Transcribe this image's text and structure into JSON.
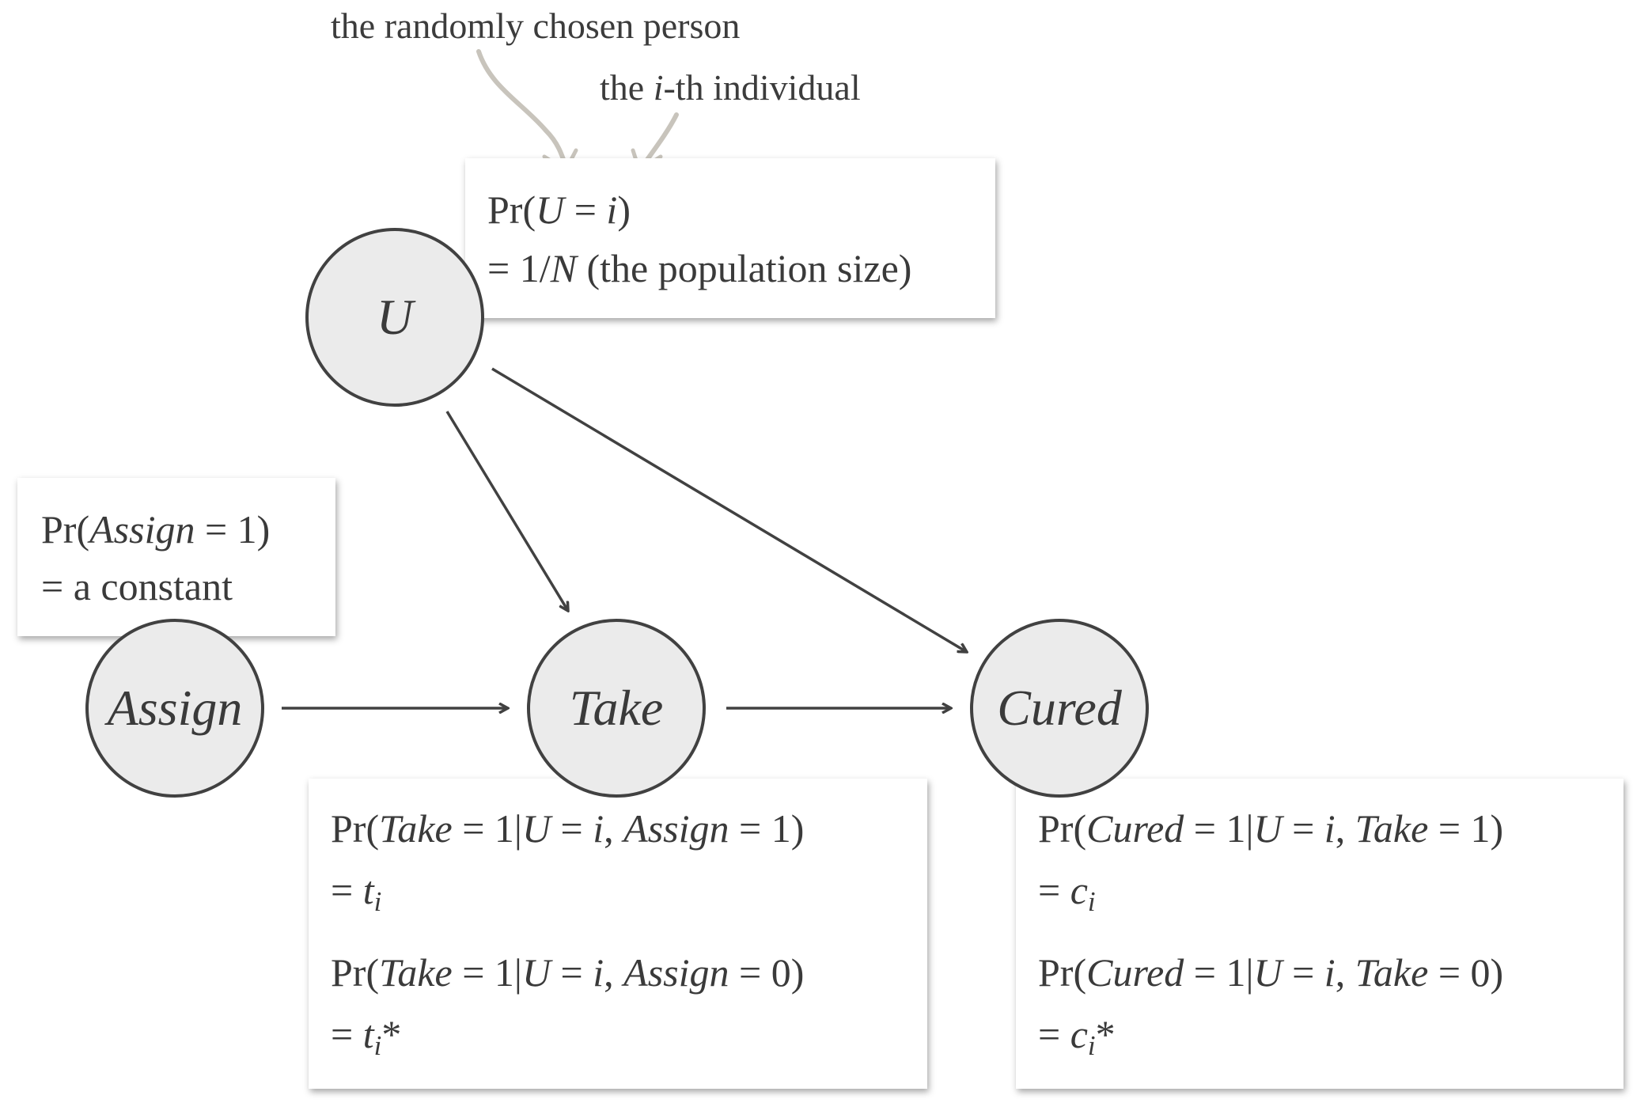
{
  "annotations": {
    "random_person": "the randomly chosen person",
    "ith_prefix": "the ",
    "ith_var": "i",
    "ith_suffix": "-th individual"
  },
  "nodes": {
    "u": "U",
    "assign": "Assign",
    "take": "Take",
    "cured": "Cured"
  },
  "boxes": {
    "u": {
      "line1": {
        "pre": "Pr(",
        "v1": "U",
        "mid": " = ",
        "v2": "i",
        "post": ")"
      },
      "line2": {
        "pre": "= 1/",
        "v": "N",
        "post": " (the population size)"
      }
    },
    "assign": {
      "line1": {
        "pre": "Pr(",
        "v": "Assign",
        "post": " = 1)"
      },
      "line2": "= a constant"
    },
    "take": {
      "line1": {
        "pre": "Pr(",
        "v1": "Take",
        "mid1": " = 1|",
        "v2": "U",
        "mid2": " = ",
        "v3": "i",
        "mid3": ", ",
        "v4": "Assign",
        "post": " = 1)"
      },
      "line2": {
        "pre": "= ",
        "v": "t",
        "sub": "i",
        "post": ""
      },
      "line3": {
        "pre": "Pr(",
        "v1": "Take",
        "mid1": " = 1|",
        "v2": "U",
        "mid2": " = ",
        "v3": "i",
        "mid3": ", ",
        "v4": "Assign",
        "post": " = 0)"
      },
      "line4": {
        "pre": "= ",
        "v": "t",
        "sub": "i",
        "post": "*"
      }
    },
    "cured": {
      "line1": {
        "pre": "Pr(",
        "v1": "Cured",
        "mid1": " = 1|",
        "v2": "U",
        "mid2": " = ",
        "v3": "i",
        "mid3": ", ",
        "v4": "Take",
        "post": " = 1)"
      },
      "line2": {
        "pre": "= ",
        "v": "c",
        "sub": "i",
        "post": ""
      },
      "line3": {
        "pre": "Pr(",
        "v1": "Cured",
        "mid1": " = 1|",
        "v2": "U",
        "mid2": " = ",
        "v3": "i",
        "mid3": ", ",
        "v4": "Take",
        "post": " = 0)"
      },
      "line4": {
        "pre": "= ",
        "v": "c",
        "sub": "i",
        "post": "*"
      }
    }
  },
  "colors": {
    "edge": "#414141",
    "node_fill": "#ebebeb",
    "annotation_arrow": "#c8c4bc"
  }
}
